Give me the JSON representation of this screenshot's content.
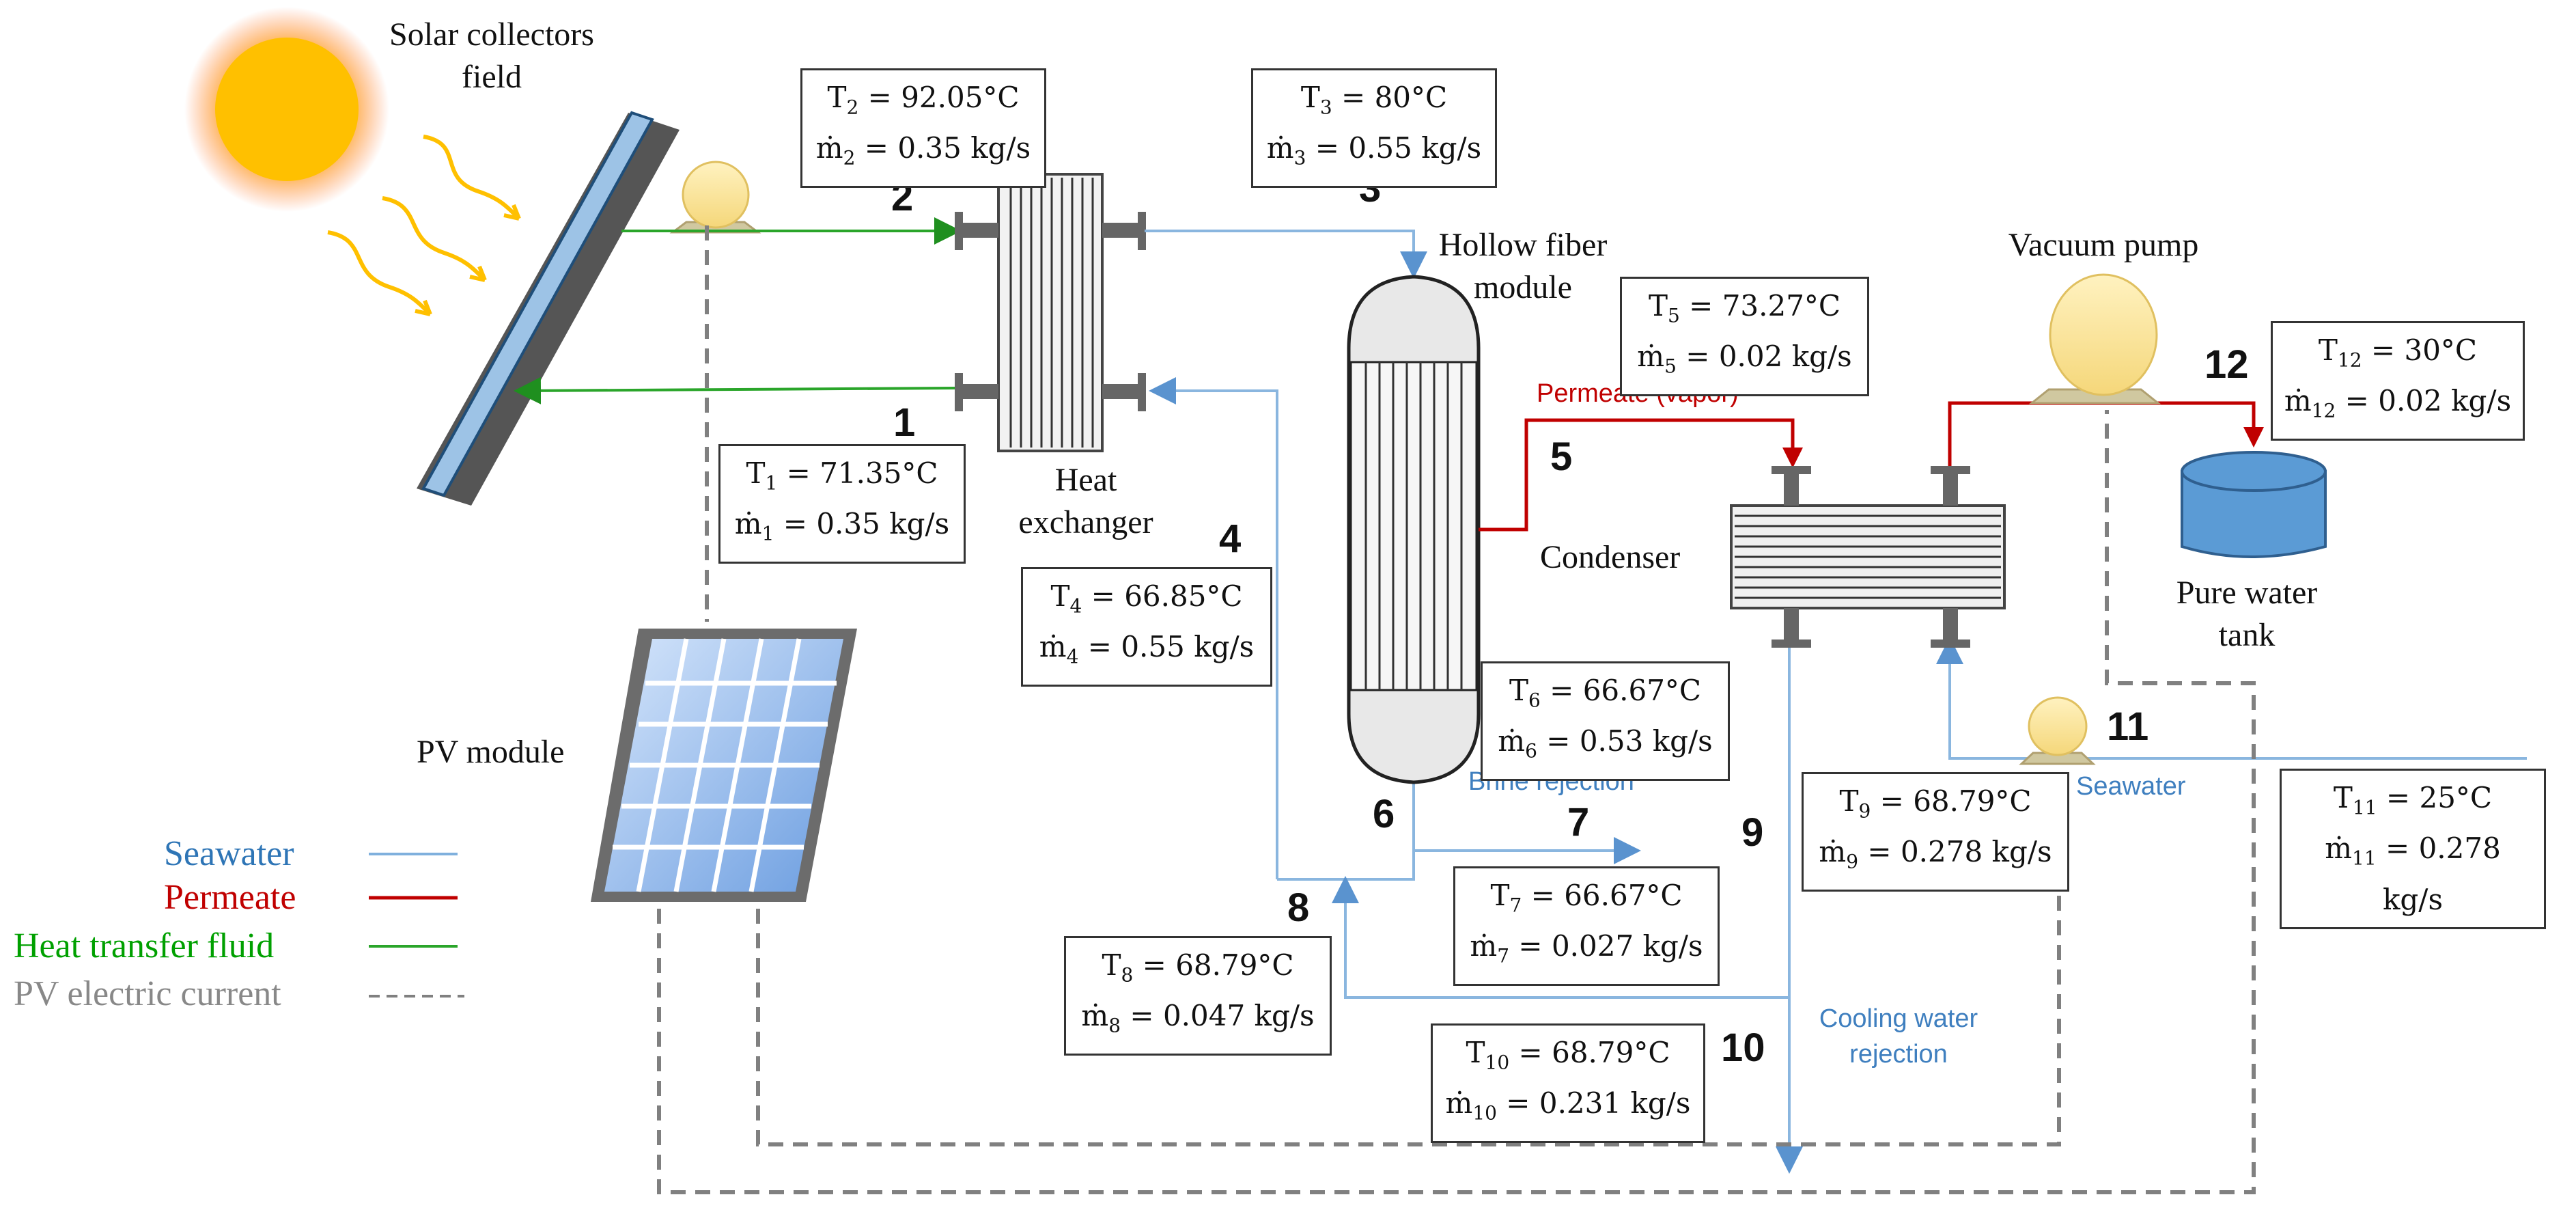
{
  "labels": {
    "solar_collectors": "Solar collectors field",
    "heat_exchanger": "Heat exchanger",
    "hollow_fiber": "Hollow fiber module",
    "condenser": "Condenser",
    "vacuum_pump": "Vacuum pump",
    "pure_water_tank": "Pure water tank",
    "pv_module": "PV module",
    "permeate_vapor": "Permeate (vapor)",
    "brine_rejection": "Brine rejection",
    "seawater": "Seawater",
    "cooling_water_rejection": "Cooling water rejection"
  },
  "streams": [
    {
      "id": "1",
      "T": "71.35°C",
      "m": "0.35 kg/s"
    },
    {
      "id": "2",
      "T": "92.05°C",
      "m": "0.35 kg/s"
    },
    {
      "id": "3",
      "T": "80°C",
      "m": "0.55 kg/s"
    },
    {
      "id": "4",
      "T": "66.85°C",
      "m": "0.55 kg/s"
    },
    {
      "id": "5",
      "T": "73.27°C",
      "m": "0.02 kg/s"
    },
    {
      "id": "6",
      "T": "66.67°C",
      "m": "0.53 kg/s"
    },
    {
      "id": "7",
      "T": "66.67°C",
      "m": "0.027 kg/s"
    },
    {
      "id": "8",
      "T": "68.79°C",
      "m": "0.047 kg/s"
    },
    {
      "id": "9",
      "T": "68.79°C",
      "m": "0.278 kg/s"
    },
    {
      "id": "10",
      "T": "68.79°C",
      "m": "0.231 kg/s"
    },
    {
      "id": "11",
      "T": "25°C",
      "m": "0.278 kg/s"
    },
    {
      "id": "12",
      "T": "30°C",
      "m": "0.02 kg/s"
    }
  ],
  "legend": [
    {
      "label": "Seawater",
      "color": "#3f7fbf"
    },
    {
      "label": "Permeate",
      "color": "#c00000"
    },
    {
      "label": "Heat transfer fluid",
      "color": "#00a000"
    },
    {
      "label": "PV electric current",
      "color": "#888888"
    }
  ],
  "colors": {
    "seawater": "#7fb0dd",
    "permeate": "#c00000",
    "htf": "#2aa52a",
    "pv": "#808080",
    "sun": "#ffc000",
    "tank": "#5b9bd5"
  }
}
